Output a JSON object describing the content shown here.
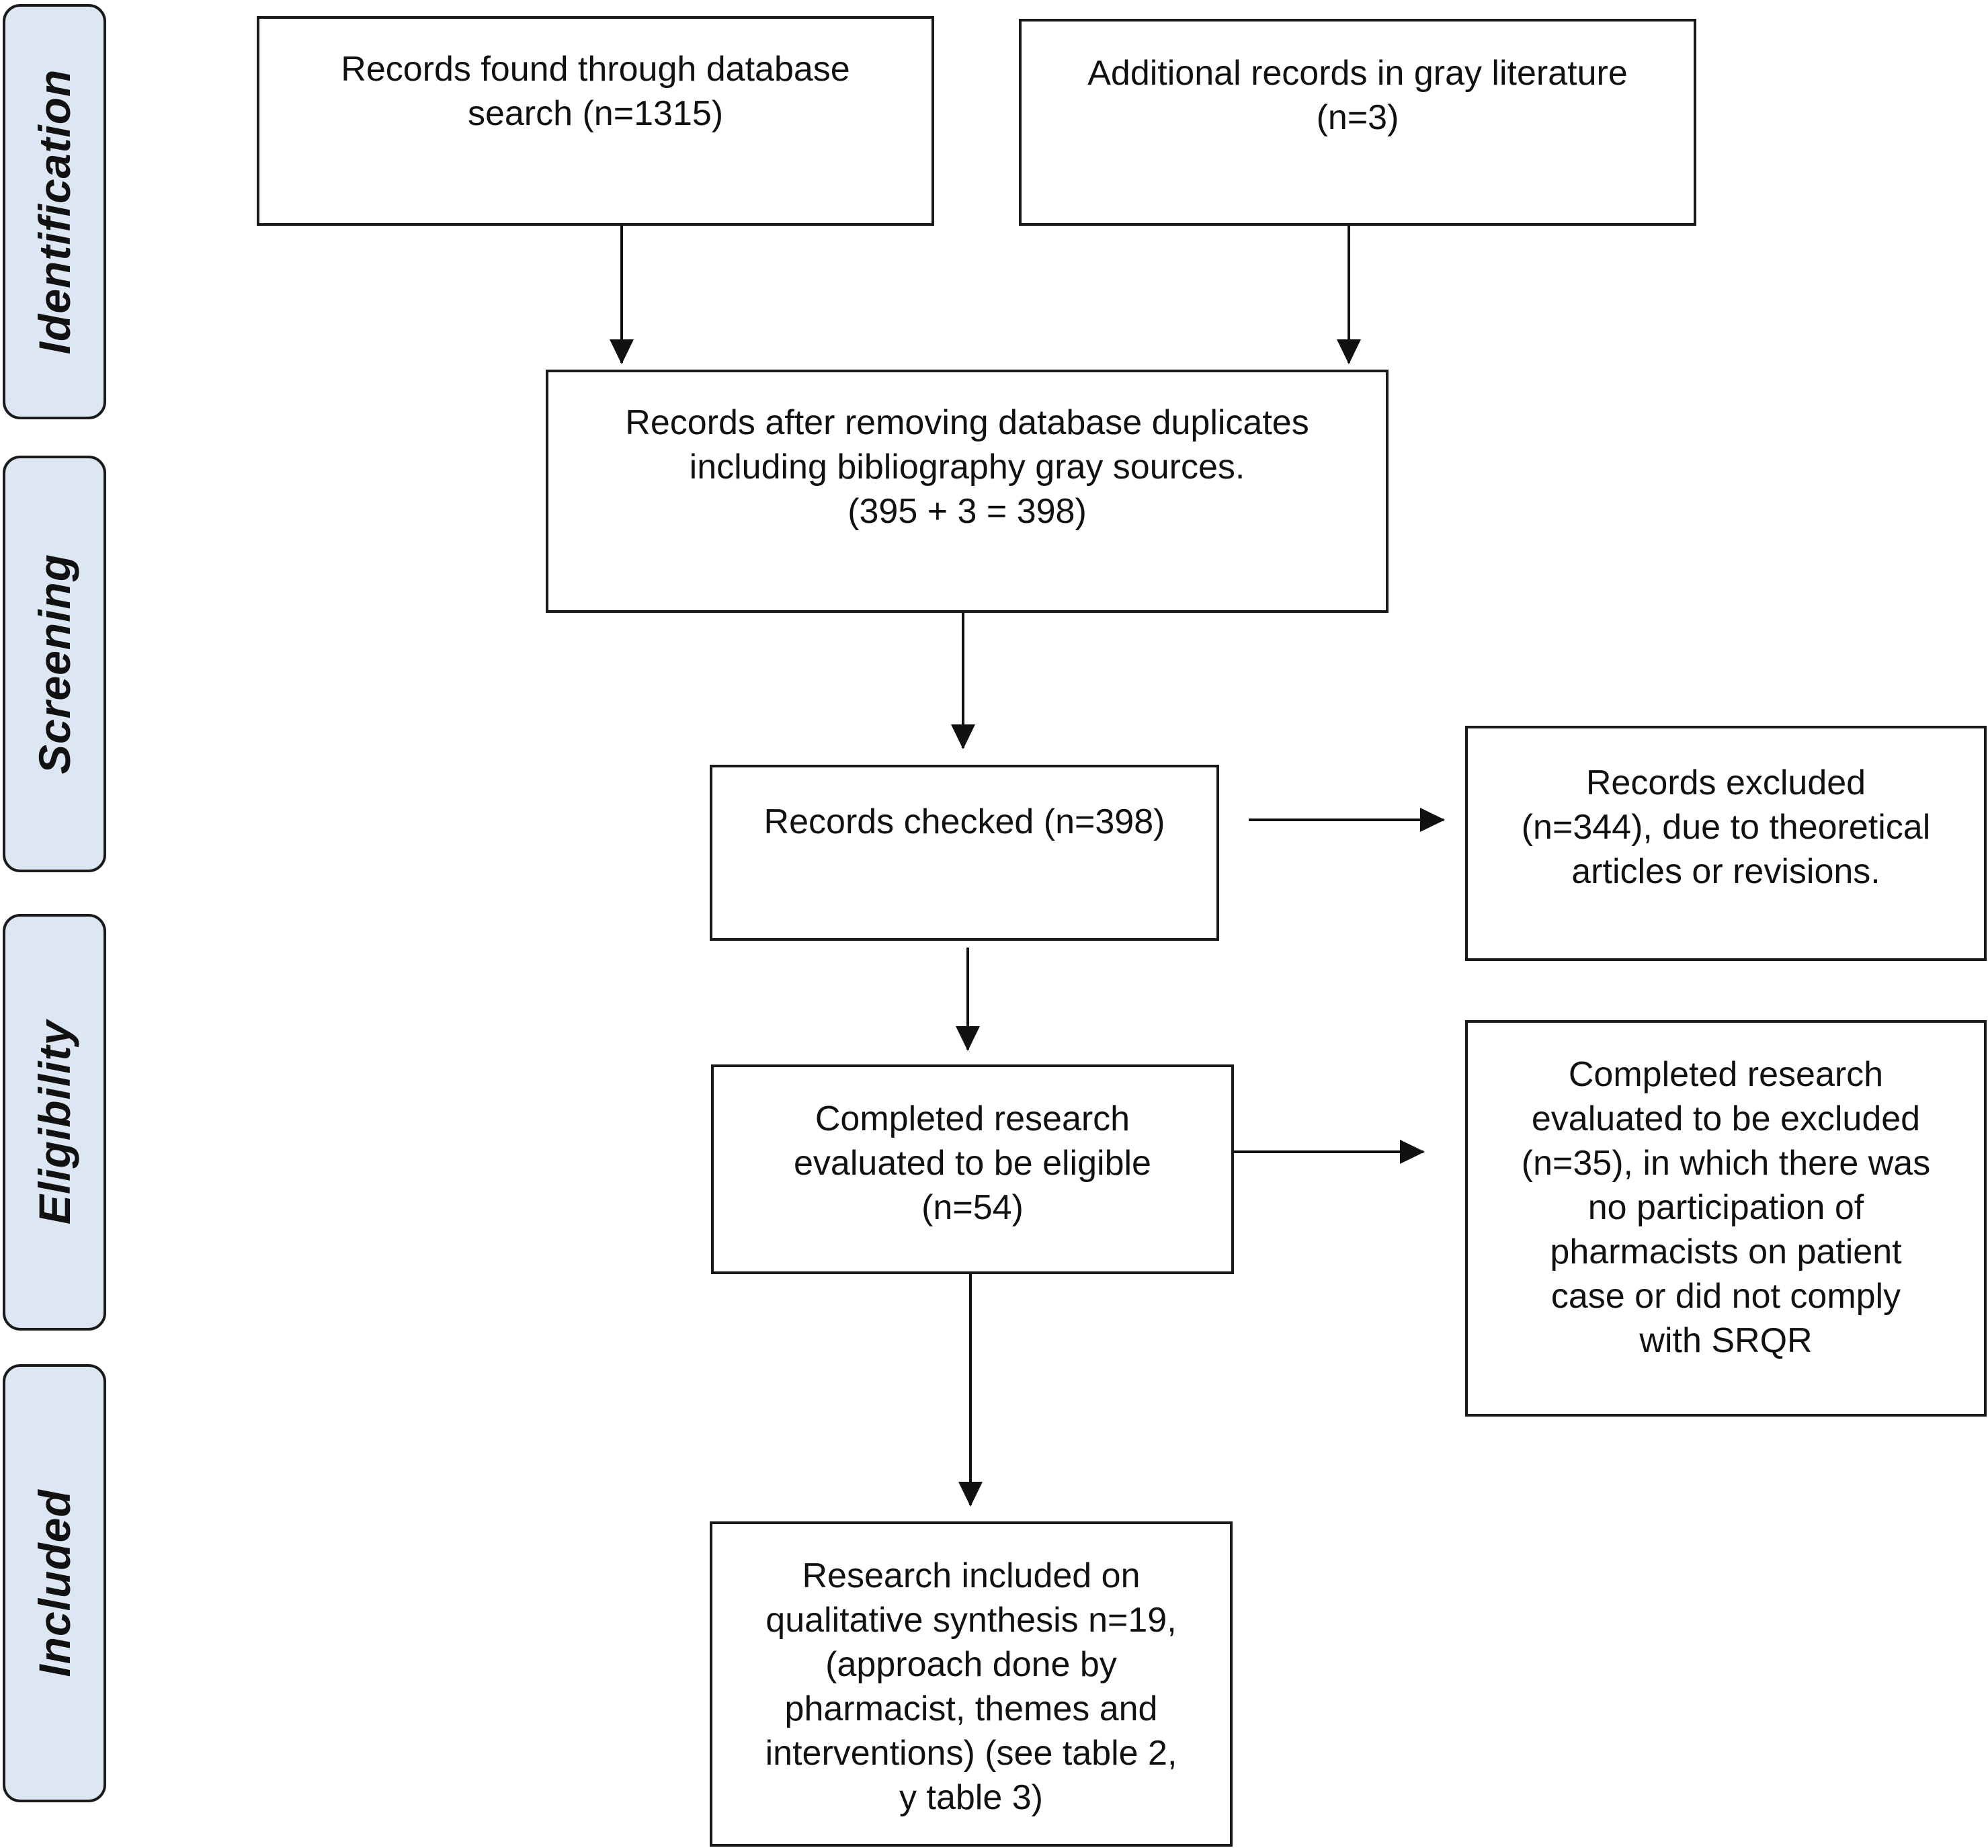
{
  "stages": {
    "identification": "Identification",
    "screening": "Screening",
    "eligibility": "Eligibility",
    "included": "Included"
  },
  "boxes": {
    "database_search": [
      "Records found through database",
      "search (n=1315)"
    ],
    "gray_literature": [
      "Additional records in gray literature",
      "(n=3)"
    ],
    "after_duplicates": [
      "Records after removing database duplicates",
      "including bibliography gray sources.",
      "(395 + 3 = 398)"
    ],
    "records_checked": [
      "Records checked (n=398)"
    ],
    "records_excluded": [
      "Records excluded",
      "(n=344), due to theoretical",
      "articles or revisions."
    ],
    "eligible": [
      "Completed research",
      "evaluated to be eligible",
      "(n=54)"
    ],
    "excluded_research": [
      "Completed research",
      "evaluated to be excluded",
      "(n=35), in which there was",
      "no participation of",
      "pharmacists on patient",
      "case or did not comply",
      "with SRQR"
    ],
    "included": [
      "Research included on",
      "qualitative synthesis n=19,",
      "(approach done by",
      "pharmacist, themes and",
      "interventions) (see table 2,",
      "y table 3)"
    ]
  }
}
